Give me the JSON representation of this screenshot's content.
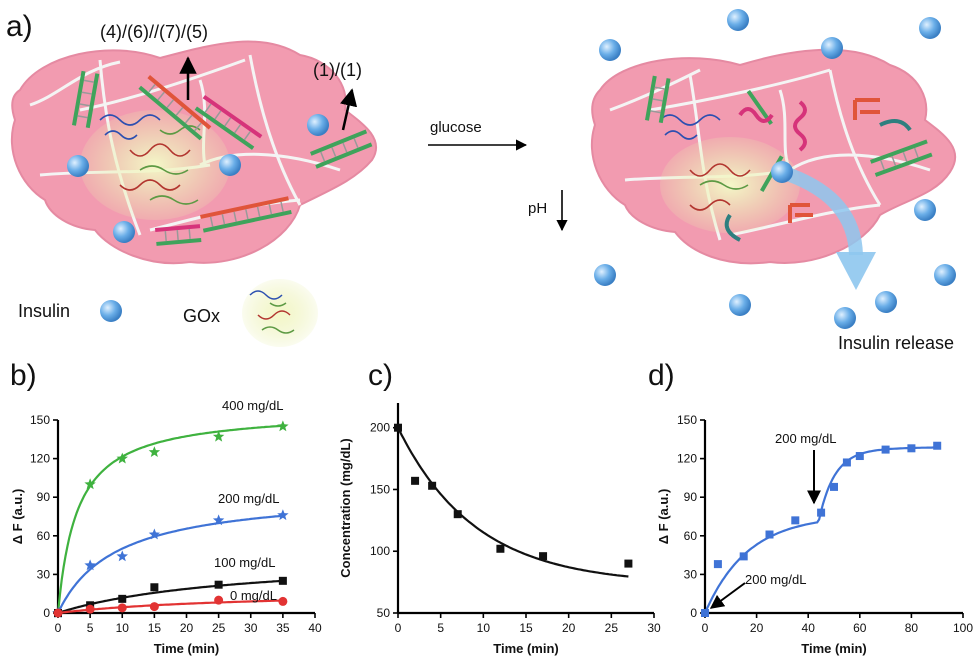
{
  "panel_a": {
    "panel_label": "a)",
    "label_top_strands": "(4)/(6)//(7)/(5)",
    "label_side_strands": "(1)/(1)",
    "arrow_label_glucose": "glucose",
    "arrow_label_ph": "pH",
    "legend_insulin": "Insulin",
    "legend_gox": "GOx",
    "release_label": "Insulin release",
    "colors": {
      "hydrogel": "#f28fa6",
      "insulin": "#6aaee8",
      "strand_green": "#3fa35b",
      "strand_red": "#e0543a",
      "strand_pink": "#d6337a",
      "release_arrow": "#8ec7ee"
    }
  },
  "chart_data": [
    {
      "panel_label": "b)",
      "type": "scatter",
      "xlabel": "Time (min)",
      "ylabel": "Δ F (a.u.)",
      "xlim": [
        0,
        40
      ],
      "ylim": [
        0,
        150
      ],
      "xticks": [
        0,
        5,
        10,
        15,
        20,
        25,
        30,
        35,
        40
      ],
      "yticks": [
        0,
        30,
        60,
        90,
        120,
        150
      ],
      "series": [
        {
          "name": "400 mg/dL",
          "color": "#3fb23f",
          "marker": "star",
          "x": [
            0,
            5,
            10,
            15,
            25,
            35
          ],
          "y": [
            0,
            100,
            120,
            125,
            137,
            145
          ],
          "fit": {
            "model": "saturation",
            "max": 158,
            "k": 3
          }
        },
        {
          "name": "200 mg/dL",
          "color": "#3f73d6",
          "marker": "star",
          "x": [
            0,
            5,
            10,
            15,
            25,
            35
          ],
          "y": [
            0,
            37,
            44,
            61,
            72,
            76
          ],
          "fit": {
            "model": "saturation",
            "max": 95,
            "k": 9
          }
        },
        {
          "name": "100 mg/dL",
          "color": "#111111",
          "marker": "square",
          "x": [
            0,
            5,
            10,
            15,
            25,
            35
          ],
          "y": [
            0,
            6,
            11,
            20,
            22,
            25
          ],
          "fit": {
            "model": "saturation",
            "max": 45,
            "k": 28
          }
        },
        {
          "name": "0 mg/dL",
          "color": "#e23333",
          "marker": "circle",
          "x": [
            0,
            5,
            10,
            15,
            25,
            35
          ],
          "y": [
            0,
            3,
            4,
            5,
            10,
            9
          ],
          "fit": {
            "model": "saturation",
            "max": 18,
            "k": 30
          }
        }
      ]
    },
    {
      "panel_label": "c)",
      "type": "scatter",
      "xlabel": "Time (min)",
      "ylabel": "Concentration (mg/dL)",
      "xlim": [
        0,
        30
      ],
      "ylim": [
        50,
        220
      ],
      "xticks": [
        0,
        5,
        10,
        15,
        20,
        25,
        30
      ],
      "yticks": [
        50,
        100,
        150,
        200
      ],
      "series": [
        {
          "color": "#111111",
          "marker": "square",
          "x": [
            0,
            2,
            4,
            7,
            12,
            17,
            27
          ],
          "y": [
            200,
            157,
            153,
            130,
            102,
            96,
            90
          ],
          "fit": {
            "model": "decay",
            "plateau": 73,
            "span": 127,
            "k": 0.11
          }
        }
      ]
    },
    {
      "panel_label": "d)",
      "type": "scatter",
      "xlabel": "Time (min)",
      "ylabel": "Δ F (a.u.)",
      "xlim": [
        0,
        100
      ],
      "ylim": [
        0,
        150
      ],
      "xticks": [
        0,
        20,
        40,
        60,
        80,
        100
      ],
      "yticks": [
        0,
        30,
        60,
        90,
        120,
        150
      ],
      "annotations": [
        "200 mg/dL",
        "200 mg/dL"
      ],
      "series": [
        {
          "color": "#3f73d6",
          "marker": "square",
          "x": [
            0,
            5,
            15,
            25,
            35,
            45,
            50,
            55,
            60,
            70,
            80,
            90
          ],
          "y": [
            0,
            38,
            44,
            61,
            72,
            78,
            98,
            117,
            122,
            127,
            128,
            130
          ],
          "fit": {
            "model": "two-step",
            "step1_max": 76,
            "k1": 0.06,
            "t2": 44,
            "step2_add": 53,
            "k2": 0.17
          }
        }
      ]
    }
  ]
}
